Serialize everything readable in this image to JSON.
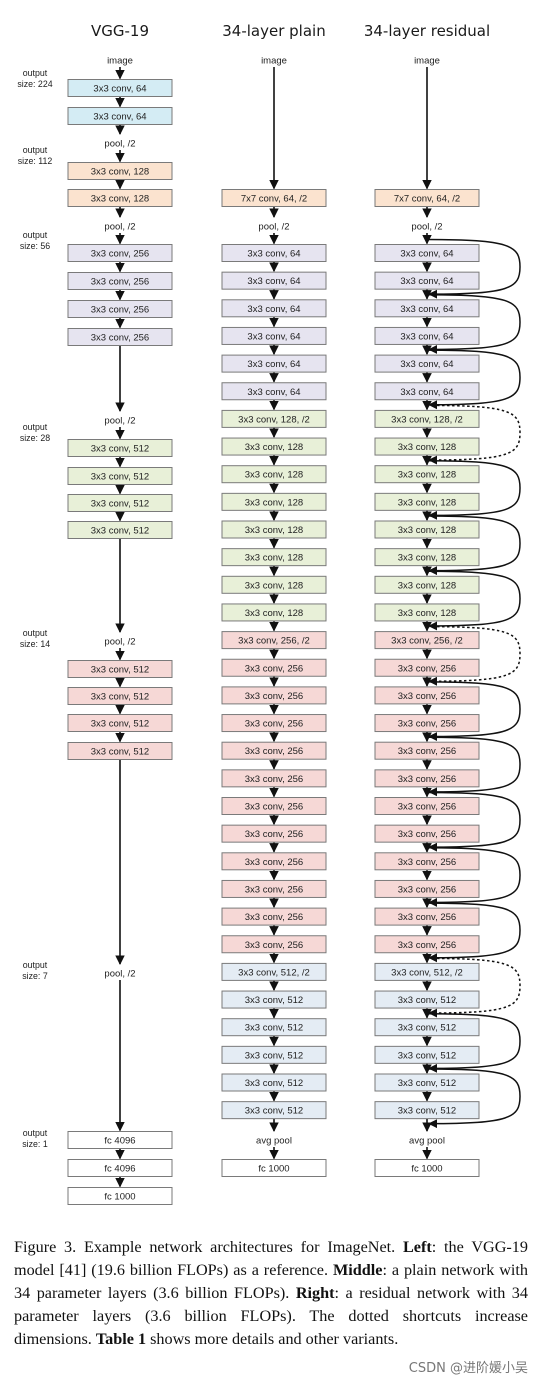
{
  "titles": {
    "vgg": "VGG-19",
    "plain": "34-layer plain",
    "residual": "34-layer residual"
  },
  "output_labels": [
    {
      "line1": "output",
      "line2": "size: 224"
    },
    {
      "line1": "output",
      "line2": "size: 112"
    },
    {
      "line1": "output",
      "line2": "size: 56"
    },
    {
      "line1": "output",
      "line2": "size: 28"
    },
    {
      "line1": "output",
      "line2": "size: 14"
    },
    {
      "line1": "output",
      "line2": "size: 7"
    },
    {
      "line1": "output",
      "line2": "size: 1"
    }
  ],
  "vgg_nodes": [
    {
      "label": "image",
      "kind": "text"
    },
    {
      "label": "3x3 conv, 64",
      "color": "blue"
    },
    {
      "label": "3x3 conv, 64",
      "color": "blue"
    },
    {
      "label": "pool, /2",
      "kind": "text"
    },
    {
      "label": "3x3 conv, 128",
      "color": "orange"
    },
    {
      "label": "3x3 conv, 128",
      "color": "orange"
    },
    {
      "label": "pool, /2",
      "kind": "text"
    },
    {
      "label": "3x3 conv, 256",
      "color": "lavender"
    },
    {
      "label": "3x3 conv, 256",
      "color": "lavender"
    },
    {
      "label": "3x3 conv, 256",
      "color": "lavender"
    },
    {
      "label": "3x3 conv, 256",
      "color": "lavender"
    },
    {
      "label": "pool, /2",
      "kind": "text"
    },
    {
      "label": "3x3 conv, 512",
      "color": "green"
    },
    {
      "label": "3x3 conv, 512",
      "color": "green"
    },
    {
      "label": "3x3 conv, 512",
      "color": "green"
    },
    {
      "label": "3x3 conv, 512",
      "color": "green"
    },
    {
      "label": "pool, /2",
      "kind": "text"
    },
    {
      "label": "3x3 conv, 512",
      "color": "pink"
    },
    {
      "label": "3x3 conv, 512",
      "color": "pink"
    },
    {
      "label": "3x3 conv, 512",
      "color": "pink"
    },
    {
      "label": "3x3 conv, 512",
      "color": "pink"
    },
    {
      "label": "pool, /2",
      "kind": "text"
    },
    {
      "label": "fc 4096",
      "color": "white"
    },
    {
      "label": "fc 4096",
      "color": "white"
    },
    {
      "label": "fc 1000",
      "color": "white"
    }
  ],
  "plain_nodes": [
    {
      "label": "image",
      "kind": "text"
    },
    {
      "label": "7x7 conv, 64, /2",
      "color": "orange"
    },
    {
      "label": "pool, /2",
      "kind": "text"
    },
    {
      "label": "3x3 conv, 64",
      "color": "lavender"
    },
    {
      "label": "3x3 conv, 64",
      "color": "lavender"
    },
    {
      "label": "3x3 conv, 64",
      "color": "lavender"
    },
    {
      "label": "3x3 conv, 64",
      "color": "lavender"
    },
    {
      "label": "3x3 conv, 64",
      "color": "lavender"
    },
    {
      "label": "3x3 conv, 64",
      "color": "lavender"
    },
    {
      "label": "3x3 conv, 128, /2",
      "color": "green"
    },
    {
      "label": "3x3 conv, 128",
      "color": "green"
    },
    {
      "label": "3x3 conv, 128",
      "color": "green"
    },
    {
      "label": "3x3 conv, 128",
      "color": "green"
    },
    {
      "label": "3x3 conv, 128",
      "color": "green"
    },
    {
      "label": "3x3 conv, 128",
      "color": "green"
    },
    {
      "label": "3x3 conv, 128",
      "color": "green"
    },
    {
      "label": "3x3 conv, 128",
      "color": "green"
    },
    {
      "label": "3x3 conv, 256, /2",
      "color": "pink"
    },
    {
      "label": "3x3 conv, 256",
      "color": "pink"
    },
    {
      "label": "3x3 conv, 256",
      "color": "pink"
    },
    {
      "label": "3x3 conv, 256",
      "color": "pink"
    },
    {
      "label": "3x3 conv, 256",
      "color": "pink"
    },
    {
      "label": "3x3 conv, 256",
      "color": "pink"
    },
    {
      "label": "3x3 conv, 256",
      "color": "pink"
    },
    {
      "label": "3x3 conv, 256",
      "color": "pink"
    },
    {
      "label": "3x3 conv, 256",
      "color": "pink"
    },
    {
      "label": "3x3 conv, 256",
      "color": "pink"
    },
    {
      "label": "3x3 conv, 256",
      "color": "pink"
    },
    {
      "label": "3x3 conv, 256",
      "color": "pink"
    },
    {
      "label": "3x3 conv, 512, /2",
      "color": "blue2"
    },
    {
      "label": "3x3 conv, 512",
      "color": "blue2"
    },
    {
      "label": "3x3 conv, 512",
      "color": "blue2"
    },
    {
      "label": "3x3 conv, 512",
      "color": "blue2"
    },
    {
      "label": "3x3 conv, 512",
      "color": "blue2"
    },
    {
      "label": "3x3 conv, 512",
      "color": "blue2"
    },
    {
      "label": "avg pool",
      "kind": "text"
    },
    {
      "label": "fc 1000",
      "color": "white"
    }
  ],
  "residual_nodes": [
    {
      "label": "image",
      "kind": "text"
    },
    {
      "label": "7x7 conv, 64, /2",
      "color": "orange"
    },
    {
      "label": "pool, /2",
      "kind": "text"
    },
    {
      "label": "3x3 conv, 64",
      "color": "lavender"
    },
    {
      "label": "3x3 conv, 64",
      "color": "lavender"
    },
    {
      "label": "3x3 conv, 64",
      "color": "lavender"
    },
    {
      "label": "3x3 conv, 64",
      "color": "lavender"
    },
    {
      "label": "3x3 conv, 64",
      "color": "lavender"
    },
    {
      "label": "3x3 conv, 64",
      "color": "lavender"
    },
    {
      "label": "3x3 conv, 128, /2",
      "color": "green"
    },
    {
      "label": "3x3 conv, 128",
      "color": "green"
    },
    {
      "label": "3x3 conv, 128",
      "color": "green"
    },
    {
      "label": "3x3 conv, 128",
      "color": "green"
    },
    {
      "label": "3x3 conv, 128",
      "color": "green"
    },
    {
      "label": "3x3 conv, 128",
      "color": "green"
    },
    {
      "label": "3x3 conv, 128",
      "color": "green"
    },
    {
      "label": "3x3 conv, 128",
      "color": "green"
    },
    {
      "label": "3x3 conv, 256, /2",
      "color": "pink"
    },
    {
      "label": "3x3 conv, 256",
      "color": "pink"
    },
    {
      "label": "3x3 conv, 256",
      "color": "pink"
    },
    {
      "label": "3x3 conv, 256",
      "color": "pink"
    },
    {
      "label": "3x3 conv, 256",
      "color": "pink"
    },
    {
      "label": "3x3 conv, 256",
      "color": "pink"
    },
    {
      "label": "3x3 conv, 256",
      "color": "pink"
    },
    {
      "label": "3x3 conv, 256",
      "color": "pink"
    },
    {
      "label": "3x3 conv, 256",
      "color": "pink"
    },
    {
      "label": "3x3 conv, 256",
      "color": "pink"
    },
    {
      "label": "3x3 conv, 256",
      "color": "pink"
    },
    {
      "label": "3x3 conv, 256",
      "color": "pink"
    },
    {
      "label": "3x3 conv, 512, /2",
      "color": "blue2"
    },
    {
      "label": "3x3 conv, 512",
      "color": "blue2"
    },
    {
      "label": "3x3 conv, 512",
      "color": "blue2"
    },
    {
      "label": "3x3 conv, 512",
      "color": "blue2"
    },
    {
      "label": "3x3 conv, 512",
      "color": "blue2"
    },
    {
      "label": "3x3 conv, 512",
      "color": "blue2"
    },
    {
      "label": "avg pool",
      "kind": "text"
    },
    {
      "label": "fc 1000",
      "color": "white"
    }
  ],
  "colors": {
    "blue": "#d4ecf4",
    "orange": "#fbe3cf",
    "lavender": "#e6e4f0",
    "green": "#e8f0d8",
    "pink": "#f6d8d6",
    "blue2": "#e4ecf4",
    "white": "#ffffff",
    "border": "#7a7a7a",
    "arrow": "#111111"
  },
  "caption": {
    "fig": "Figure 3. Example network architectures for ImageNet. ",
    "left_label": "Left",
    "left_text": ": the VGG-19 model [41] (19.6 billion FLOPs) as a reference. ",
    "middle_label": "Middle",
    "middle_text": ": a plain network with 34 parameter layers (3.6 billion FLOPs). ",
    "right_label": "Right",
    "right_text": ": a residual network with 34 parameter layers (3.6 billion FLOPs). The dotted shortcuts increase dimensions. ",
    "table_label": "Table 1",
    "table_text": " shows more details and other variants."
  },
  "watermark": "CSDN @进阶媛小吴"
}
